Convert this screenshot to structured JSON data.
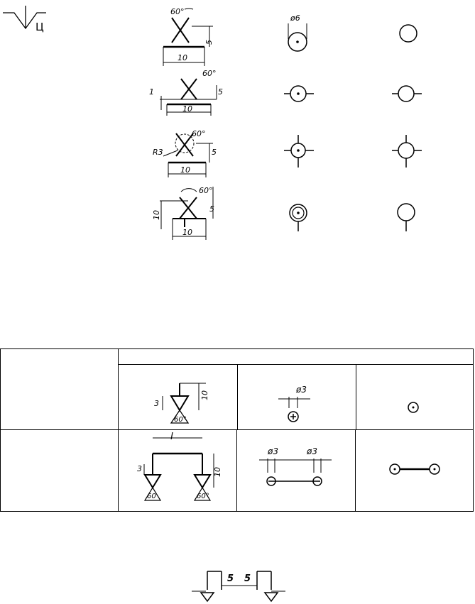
{
  "symbol": {
    "letter": "Ц"
  },
  "upper_table": {
    "dim_angle": "60°",
    "dim_height": "5",
    "dim_width": "10",
    "dim_offset": "1",
    "dim_radius": "R3",
    "dim_diameter": "ø6",
    "dim_total_height": "10"
  },
  "lower_table": {
    "dim_diameter": "ø3",
    "dim_depth": "3",
    "dim_height": "10",
    "dim_angle": "60°",
    "dim_length": "l",
    "dim_angle_small": "60"
  },
  "footer": {
    "dim_left": "5",
    "dim_right": "5"
  }
}
